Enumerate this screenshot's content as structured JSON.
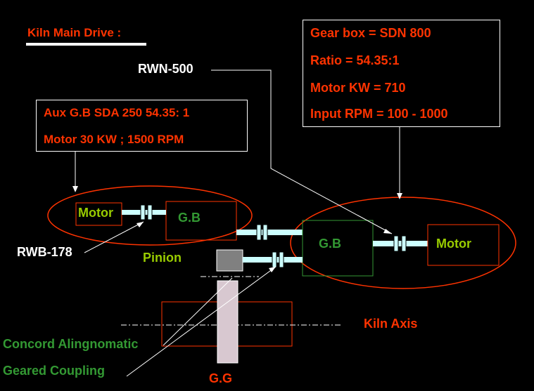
{
  "title": "Kiln Main Drive :",
  "main_gearbox_info": [
    "Gear box = SDN 800",
    "Ratio = 54.35:1",
    "Motor KW = 710",
    "Input RPM = 100 - 1000"
  ],
  "aux_gearbox_info": [
    "Aux G.B SDA 250 54.35: 1",
    "Motor 30 KW ; 1500 RPM"
  ],
  "labels": {
    "rwn": "RWN-500",
    "rwb": "RWB-178",
    "aux_motor": "Motor",
    "aux_gb": "G.B",
    "pinion": "Pinion",
    "main_gb": "G.B",
    "main_motor": "Motor",
    "kiln_axis": "Kiln Axis",
    "concord": "Concord Alingnomatic",
    "geared_coupling": "Geared Coupling",
    "girth_gear": "G.G"
  },
  "colors": {
    "title": "#ff3300",
    "info_text": "#ff3300",
    "outline_red": "#ff3300",
    "motor_label": "#99cc00",
    "gb_label": "#339933",
    "shaft": "#ccffff"
  }
}
